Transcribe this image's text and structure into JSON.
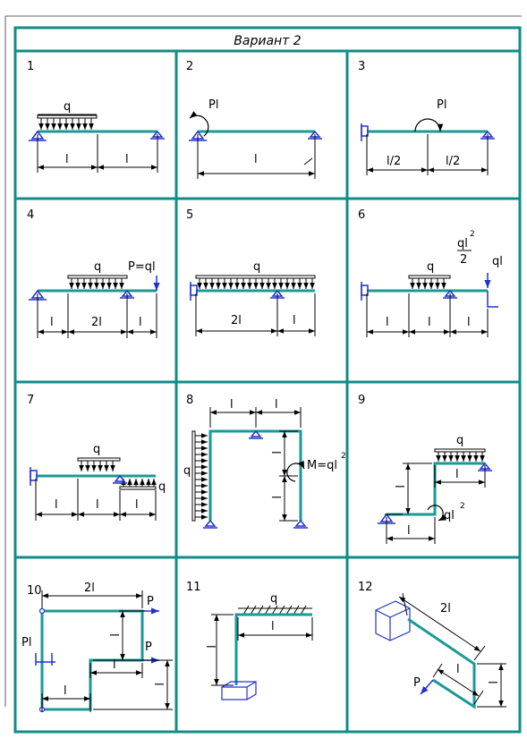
{
  "title": "Вариант  2",
  "colors": {
    "frame": "#118c87",
    "beam": "#1a9a96",
    "support": "#2233cc",
    "dim": "#000000"
  },
  "cells": [
    {
      "num": "1",
      "labels": [
        "q",
        "l",
        "l"
      ]
    },
    {
      "num": "2",
      "labels": [
        "Pl",
        "l"
      ]
    },
    {
      "num": "3",
      "labels": [
        "Pl",
        "l/2",
        "l/2"
      ]
    },
    {
      "num": "4",
      "labels": [
        "q",
        "P=ql",
        "l",
        "2l",
        "l"
      ]
    },
    {
      "num": "5",
      "labels": [
        "q",
        "2l",
        "l"
      ]
    },
    {
      "num": "6",
      "labels": [
        "ql",
        "2",
        "2",
        "q",
        "ql",
        "l",
        "l",
        "l"
      ]
    },
    {
      "num": "7",
      "labels": [
        "q",
        "q",
        "l",
        "l",
        "l"
      ]
    },
    {
      "num": "8",
      "labels": [
        "l",
        "l",
        "q",
        "l",
        "l",
        "M=ql",
        "2"
      ]
    },
    {
      "num": "9",
      "labels": [
        "q",
        "l",
        "l",
        "ql",
        "2",
        "l"
      ]
    },
    {
      "num": "10",
      "labels": [
        "2l",
        "P",
        "P",
        "Pl",
        "l",
        "l",
        "l",
        "l"
      ]
    },
    {
      "num": "11",
      "labels": [
        "q",
        "l",
        "l"
      ]
    },
    {
      "num": "12",
      "labels": [
        "2l",
        "l",
        "P",
        "l"
      ]
    }
  ]
}
